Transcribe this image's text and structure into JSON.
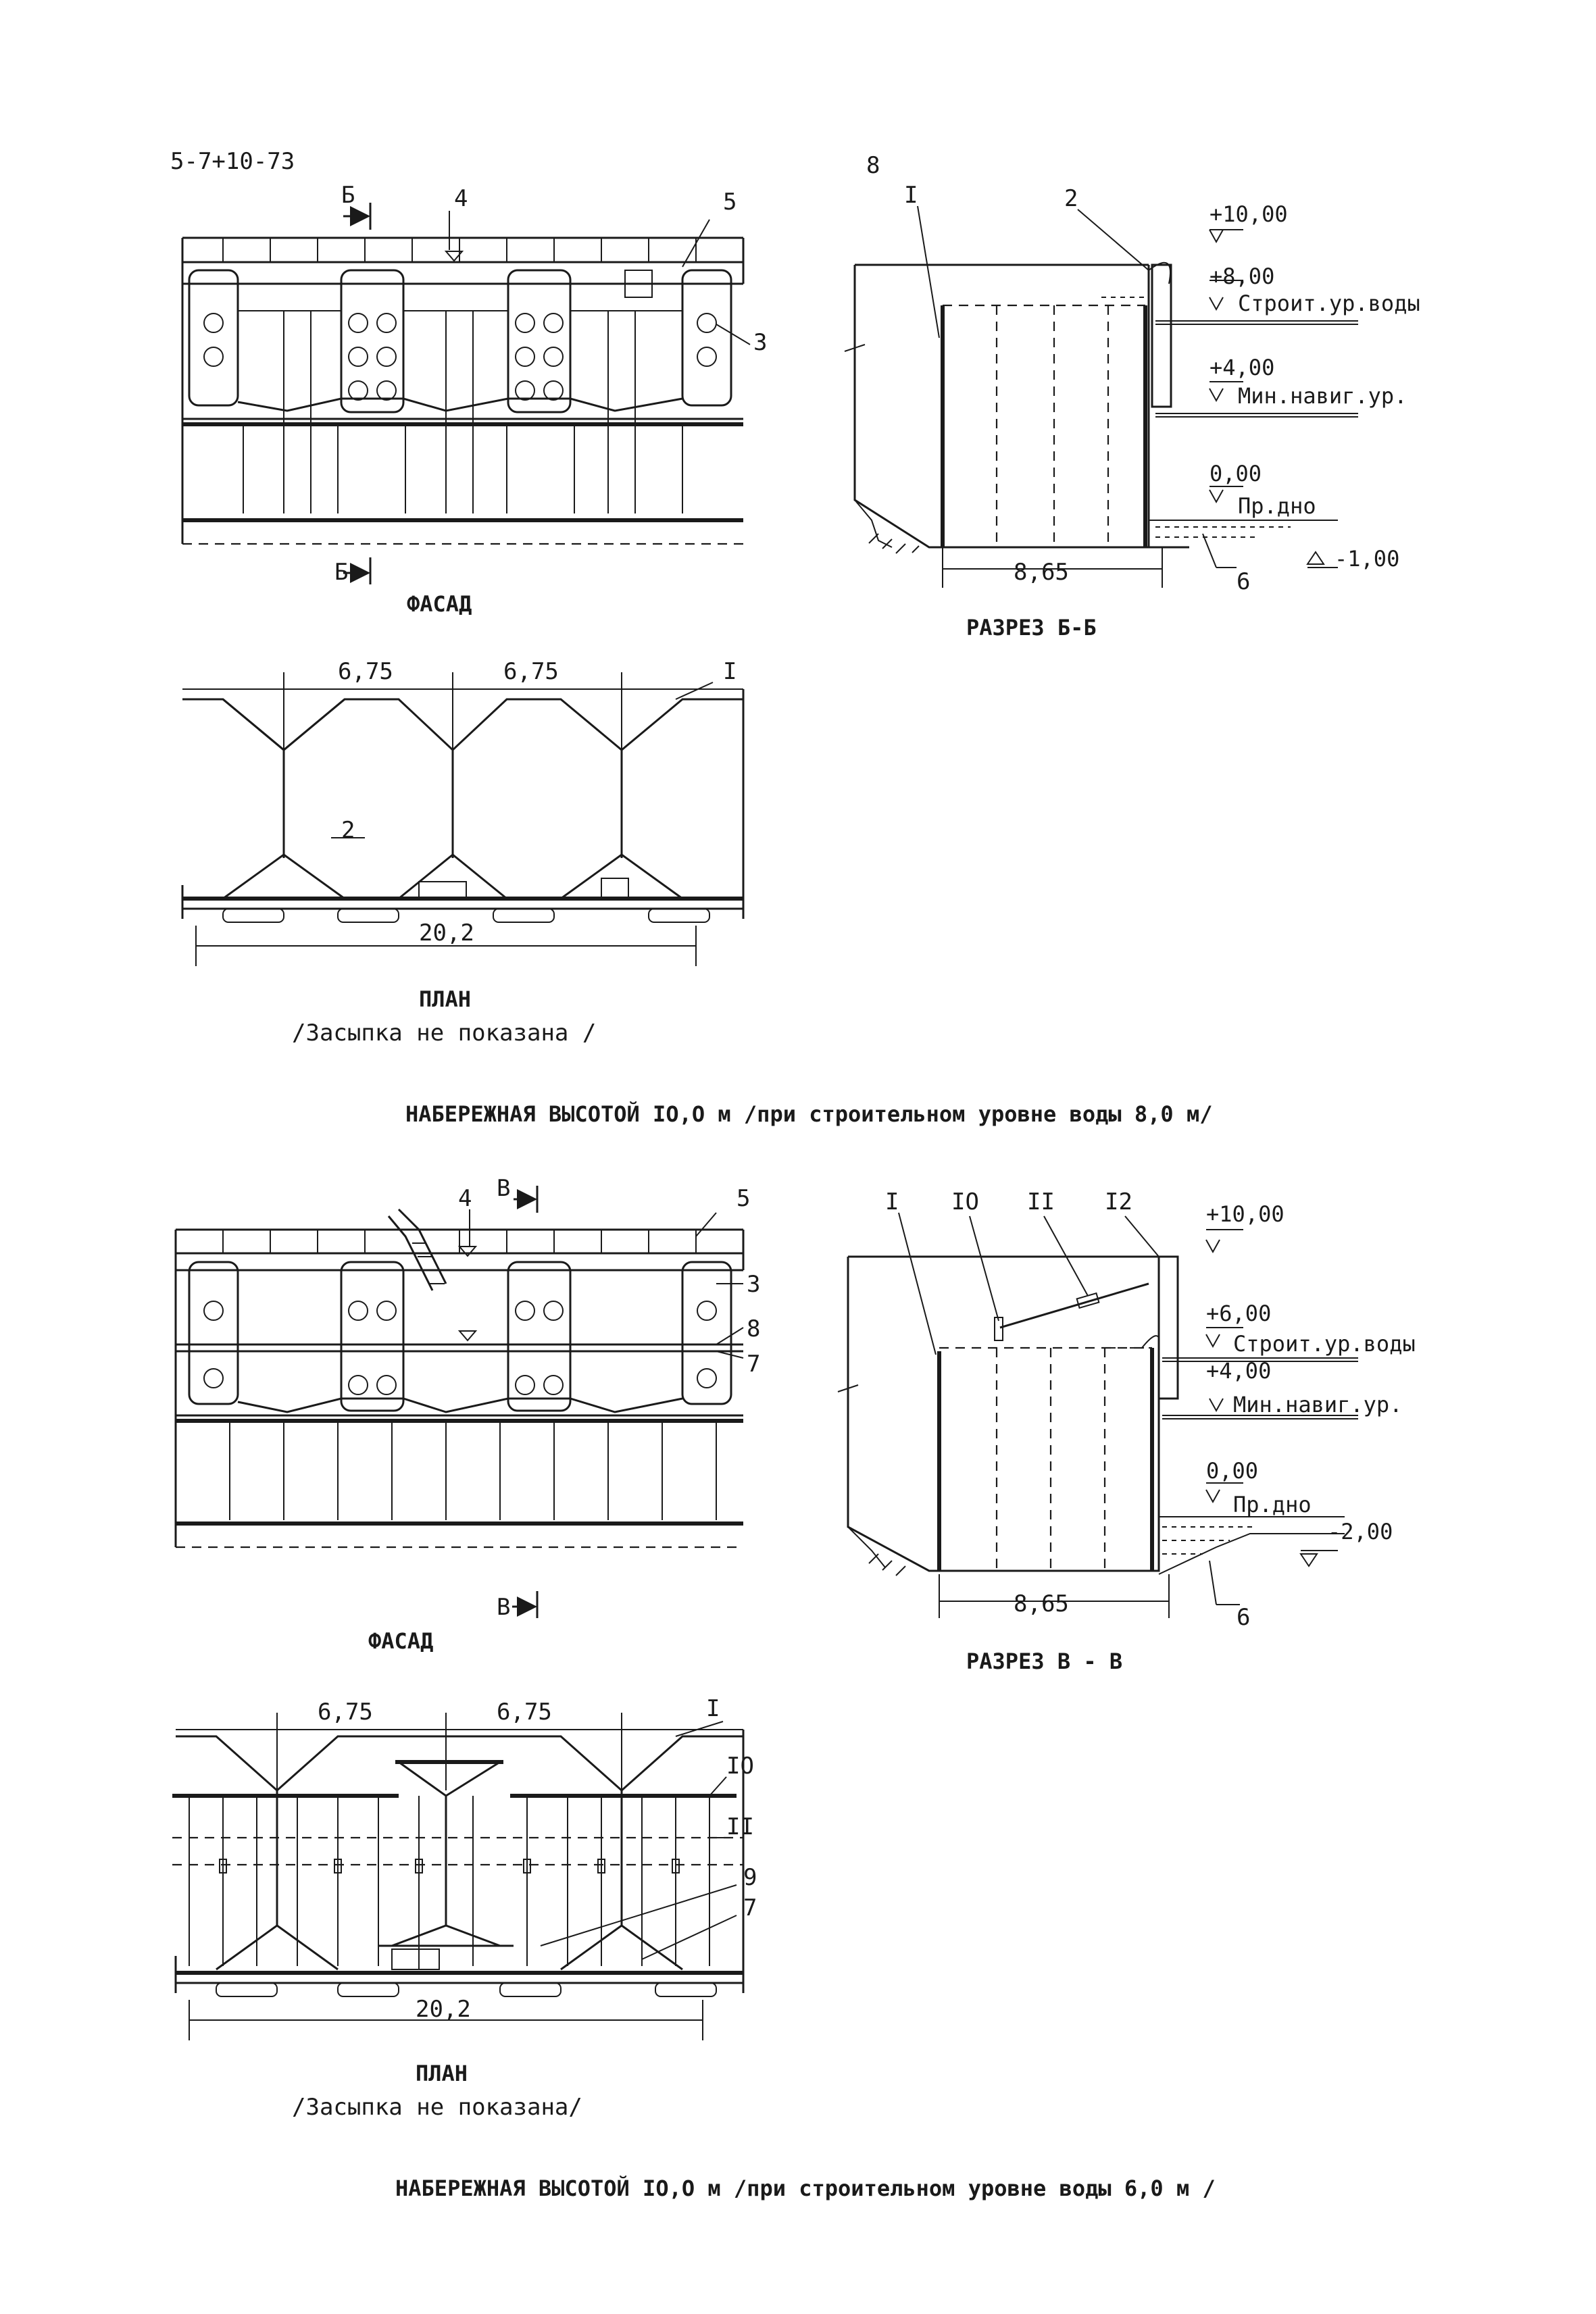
{
  "sheet_code": "5-7+10-73",
  "page_number": "8",
  "top": {
    "facade": {
      "title": "ФАСАД",
      "section_mark": "Б",
      "callouts": [
        "4",
        "5",
        "3"
      ]
    },
    "section": {
      "title": "РАЗРЕЗ Б-Б",
      "callouts": [
        "I",
        "2",
        "6"
      ],
      "levels": {
        "top": "+10,00",
        "construction": "+8,00",
        "construction_label": "Строит.ур.воды",
        "min_nav": "+4,00",
        "min_nav_label": "Мин.навиг.ур.",
        "zero": "0,00",
        "bottom_label": "Пр.дно",
        "minus": "-1,00"
      },
      "width_dim": "8,65"
    },
    "plan": {
      "title": "ПЛАН",
      "note": "/Засыпка не показана /",
      "dims": [
        "6,75",
        "6,75"
      ],
      "length_dim": "20,2",
      "callouts": [
        "I",
        "2"
      ]
    },
    "caption": "НАБЕРЕЖНАЯ ВЫСОТОЙ IO,O м /при строительном уровне воды 8,0 м/"
  },
  "bottom": {
    "facade": {
      "title": "ФАСАД",
      "section_mark": "В",
      "callouts": [
        "4",
        "5",
        "3",
        "8",
        "7"
      ]
    },
    "section": {
      "title": "РАЗРЕЗ В - В",
      "callouts": [
        "I",
        "IO",
        "II",
        "I2",
        "6"
      ],
      "levels": {
        "top": "+10,00",
        "construction": "+6,00",
        "construction_label": "Строит.ур.воды",
        "min_nav": "+4,00",
        "min_nav_label": "Мин.навиг.ур.",
        "zero": "0,00",
        "bottom_label": "Пр.дно",
        "minus": "-2,00"
      },
      "width_dim": "8,65"
    },
    "plan": {
      "title": "ПЛАН",
      "note": "/Засыпка не показана/",
      "dims": [
        "6,75",
        "6,75"
      ],
      "length_dim": "20,2",
      "callouts": [
        "I",
        "IO",
        "II",
        "9",
        "7"
      ]
    },
    "caption": "НАБЕРЕЖНАЯ ВЫСОТОЙ IO,O м /при строительном уровне воды 6,0 м /"
  }
}
